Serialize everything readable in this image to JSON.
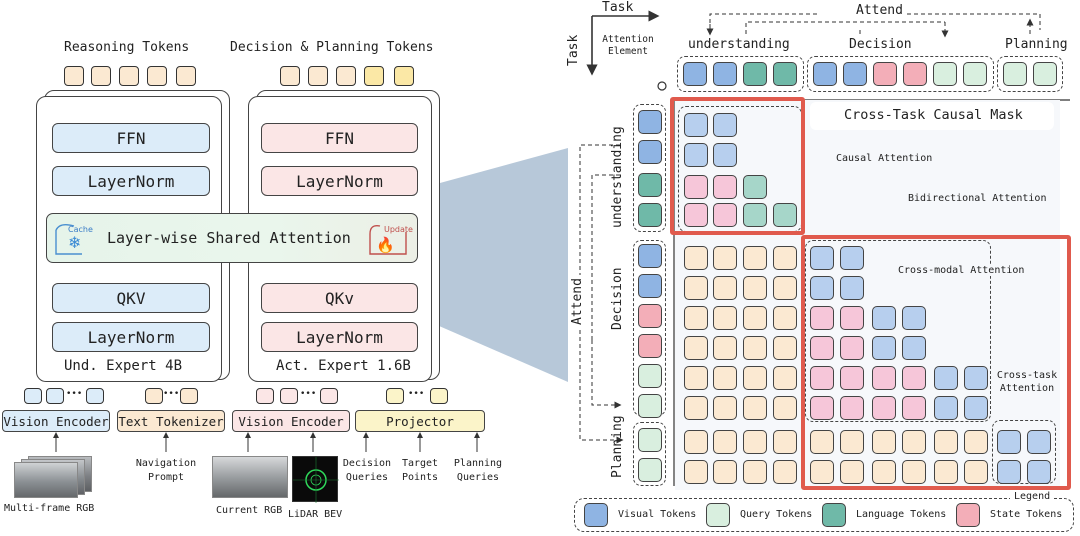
{
  "left": {
    "reasoning_tokens": "Reasoning Tokens",
    "decision_tokens": "Decision & Planning Tokens",
    "und_expert": {
      "ffn": "FFN",
      "layernorm_top": "LayerNorm",
      "qkv": "QKV",
      "layernorm_bottom": "LayerNorm",
      "name": "Und. Expert 4B"
    },
    "act_expert": {
      "ffn": "FFN",
      "layernorm_top": "LayerNorm",
      "qkv": "QKv",
      "layernorm_bottom": "LayerNorm",
      "name": "Act. Expert 1.6B"
    },
    "shared_attention": "Layer-wise Shared Attention",
    "cache": "Cache",
    "update": "Update",
    "encoders": [
      "Vision Encoder",
      "Text Tokenizer",
      "Vision Encoder",
      "Projector"
    ],
    "ellipsis": "•••",
    "inputs": {
      "multi_frame": "Multi-frame RGB",
      "navigation": "Navigation\nPrompt",
      "current_rgb": "Current RGB",
      "lidar": "LiDAR BEV",
      "decision_queries": "Decision\nQueries",
      "target_points": "Target\nPoints",
      "planning_queries": "Planning\nQueries"
    }
  },
  "right": {
    "task_x": "Task",
    "task_y": "Task",
    "attention_element": "Attention\nElement",
    "attend_top": "Attend",
    "attend_left": "Attend",
    "col_groups": [
      "understanding",
      "Decision",
      "Planning"
    ],
    "row_groups": [
      "understanding",
      "Decision",
      "Planning"
    ],
    "title": "Cross-Task Causal Mask",
    "annotations": {
      "causal": "Causal Attention",
      "bidirectional": "Bidirectional Attention",
      "cross_modal": "Cross-modal Attention",
      "cross_task": "Cross-task\nAttention"
    },
    "legend_title": "Legend",
    "legend": [
      {
        "label": "Visual Tokens",
        "color": "#8fb4e3"
      },
      {
        "label": "Query Tokens",
        "color": "#d9efdf"
      },
      {
        "label": "Language Tokens",
        "color": "#6fb9a8"
      },
      {
        "label": "State Tokens",
        "color": "#f3aeb8"
      }
    ]
  },
  "colors": {
    "mask_red": "#e05a4d",
    "projection": "#9fb5cc",
    "token_orange": "#fbe9d2",
    "token_yellow": "#fbe8a6"
  }
}
